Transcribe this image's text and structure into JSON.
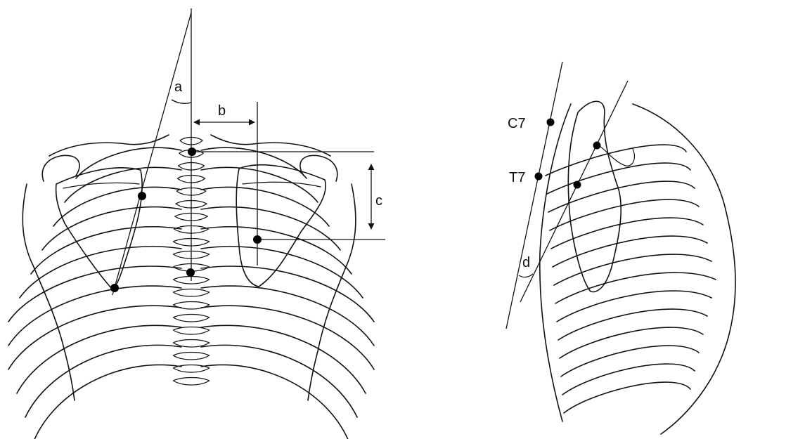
{
  "figure": {
    "posterior_view": {
      "labels": {
        "a": "a",
        "b": "b",
        "c": "c"
      }
    },
    "lateral_view": {
      "labels": {
        "c7": "C7",
        "t7": "T7",
        "d": "d"
      }
    }
  }
}
